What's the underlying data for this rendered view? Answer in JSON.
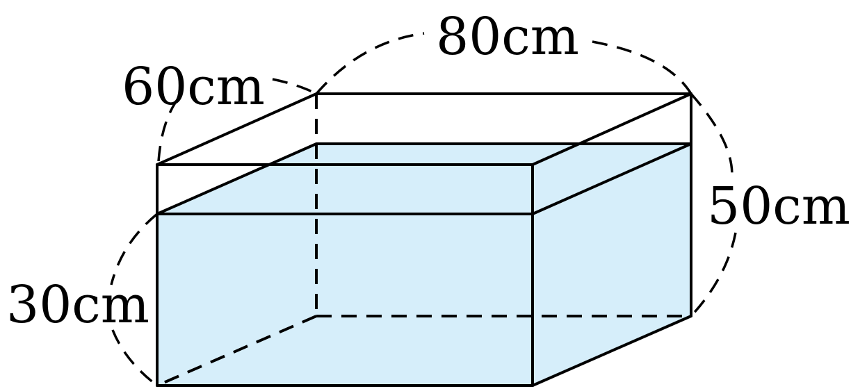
{
  "colors": {
    "water": "#d6eefa",
    "line": "#000000",
    "background": "#ffffff"
  },
  "labels": {
    "width": "80cm",
    "depth": "60cm",
    "height": "50cm",
    "water_depth": "30cm"
  }
}
